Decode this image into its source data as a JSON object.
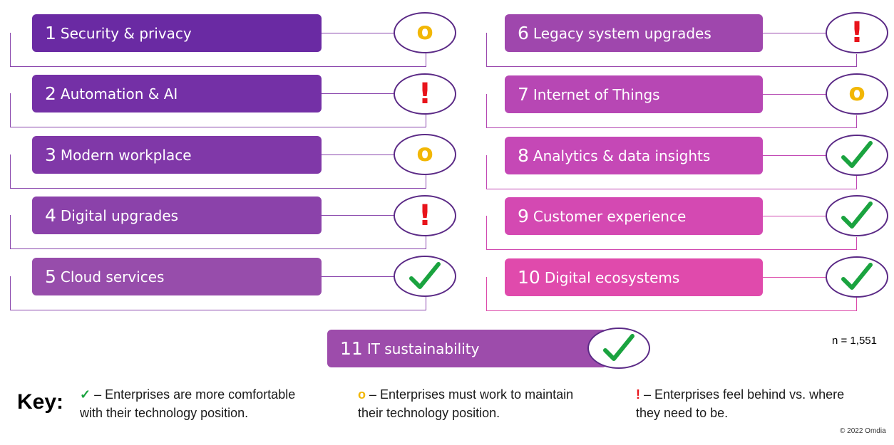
{
  "items": [
    {
      "num": "1",
      "label": "Security & privacy",
      "status": "maintain",
      "bar_color": "#6a2aa3"
    },
    {
      "num": "2",
      "label": "Automation & AI",
      "status": "behind",
      "bar_color": "#7430a6"
    },
    {
      "num": "3",
      "label": "Modern workplace",
      "status": "maintain",
      "bar_color": "#8038a8"
    },
    {
      "num": "4",
      "label": "Digital upgrades",
      "status": "behind",
      "bar_color": "#8b42aa"
    },
    {
      "num": "5",
      "label": "Cloud services",
      "status": "comfortable",
      "bar_color": "#974dab"
    },
    {
      "num": "6",
      "label": "Legacy system upgrades",
      "status": "behind",
      "bar_color": "#9f47ad"
    },
    {
      "num": "7",
      "label": "Internet of Things",
      "status": "maintain",
      "bar_color": "#b747b4"
    },
    {
      "num": "8",
      "label": "Analytics & data insights",
      "status": "comfortable",
      "bar_color": "#c548b6"
    },
    {
      "num": "9",
      "label": "Customer experience",
      "status": "comfortable",
      "bar_color": "#d449b2"
    },
    {
      "num": "10",
      "label": "Digital ecosystems",
      "status": "comfortable",
      "bar_color": "#e04aac"
    },
    {
      "num": "11",
      "label": "IT sustainability",
      "status": "comfortable",
      "bar_color": "#9d4cab"
    }
  ],
  "symbols": {
    "maintain": "o",
    "behind": "!",
    "comfortable": "✓"
  },
  "colors": {
    "check": "#1aa33f",
    "o": "#f2b705",
    "exclamation": "#e8141b",
    "circle_border": "#5b2a86",
    "frame_line": "#8a47ad"
  },
  "sample_size": "n = 1,551",
  "key": {
    "title": "Key:",
    "comfortable": {
      "symbol": "✓",
      "text_line1": " – Enterprises are more comfortable",
      "text_line2": "with their technology position."
    },
    "maintain": {
      "symbol": "o",
      "text_line1": " – Enterprises must work to maintain",
      "text_line2": "their technology position."
    },
    "behind": {
      "symbol": "!",
      "text_line1": " – Enterprises feel behind vs. where",
      "text_line2": "they need to be."
    }
  },
  "copyright": "© 2022 Omdia"
}
